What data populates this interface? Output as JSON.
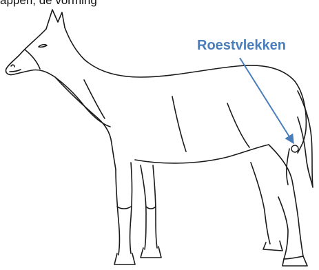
{
  "caption_fragment": "appen, de vorming",
  "annotation": {
    "label": "Roestvlekken"
  },
  "colors": {
    "label": "#4a7ebb",
    "arrow": "#4a7ebb",
    "outline": "#1a1a1a",
    "background": "#ffffff"
  },
  "icons": {
    "marker": "small-circle-marker",
    "arrow": "callout-arrow"
  }
}
